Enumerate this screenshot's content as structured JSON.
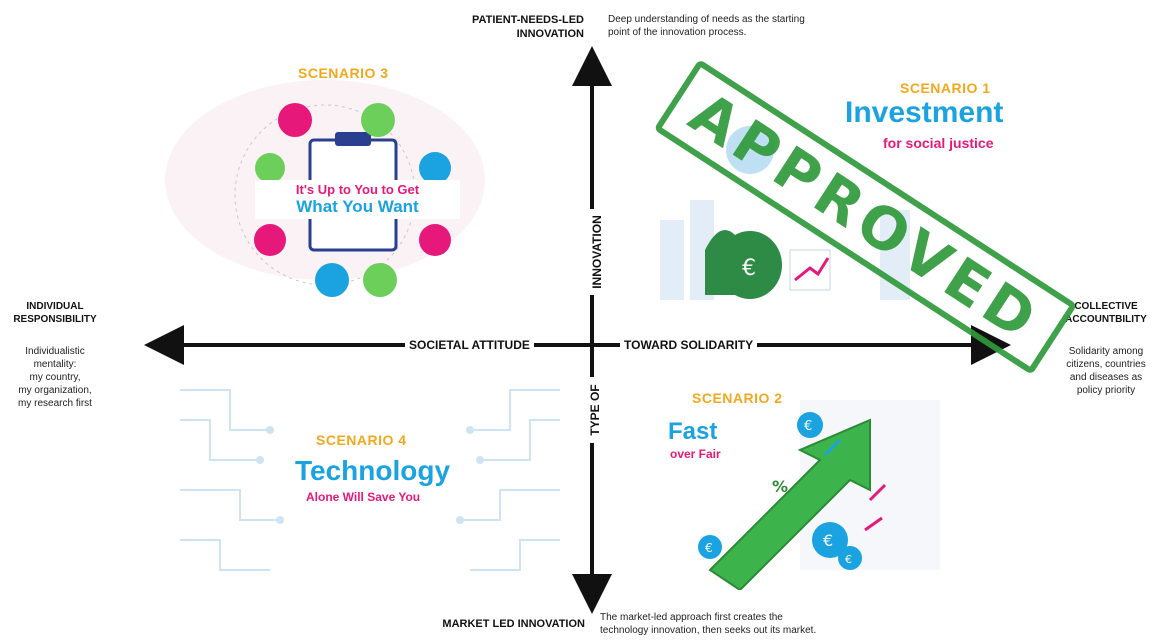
{
  "top": {
    "title": "PATIENT-NEEDS-LED\nINNOVATION",
    "desc": "Deep understanding of needs as the starting\npoint of the innovation process."
  },
  "bottom": {
    "title": "MARKET LED INNOVATION",
    "desc": "The market-led approach first creates the\ntechnology innovation, then seeks out its market."
  },
  "left": {
    "head": "INDIVIDUAL\nRESPONSIBILITY",
    "desc": "Individualistic\nmentality:\nmy country,\nmy organization,\nmy research first"
  },
  "right": {
    "head": "COLLECTIVE\nACCOUNTBILITY",
    "desc": "Solidarity among\ncitizens, countries\nand diseases as\npolicy priority"
  },
  "axes": {
    "h_left": "SOCIETAL ATTITUDE",
    "h_right": "TOWARD SOLIDARITY",
    "v_top": "INNOVATION",
    "v_bottom": "TYPE OF"
  },
  "scenarios": {
    "s1": {
      "label": "SCENARIO 1",
      "title": "Investment",
      "subtitle": "for social justice",
      "stamp": "APPROVED"
    },
    "s2": {
      "label": "SCENARIO 2",
      "title": "Fast",
      "subtitle": "over Fair"
    },
    "s3": {
      "label": "SCENARIO 3",
      "title_line1": "It's Up to You to Get",
      "title_line2": "What You Want"
    },
    "s4": {
      "label": "SCENARIO 4",
      "title": "Technology",
      "subtitle": "Alone Will Save You"
    }
  },
  "colors": {
    "accent_orange": "#f2a81d",
    "accent_blue": "#1aa3e0",
    "accent_pink": "#e6197a",
    "stamp_green": "#2f9a3a"
  }
}
